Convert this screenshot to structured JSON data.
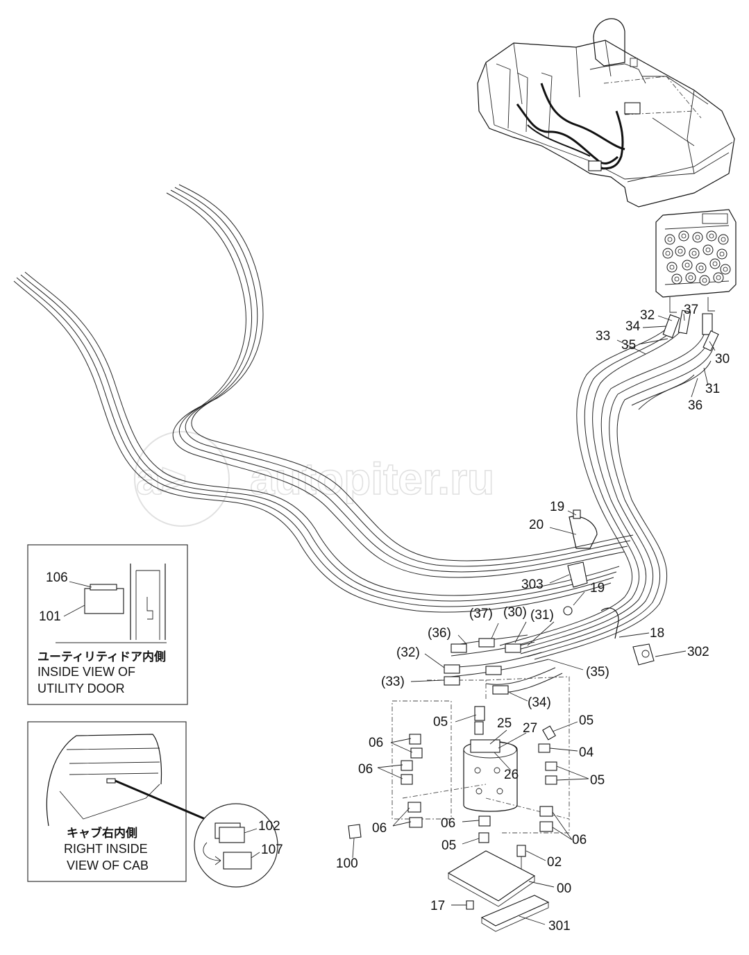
{
  "watermark": {
    "text": "autopiter.ru",
    "logo": "a-arrow-logo"
  },
  "insets": {
    "utility_door": {
      "caption_jp": "ユーティリティドア内側",
      "caption_en_1": "INSIDE VIEW OF",
      "caption_en_2": "UTILITY DOOR",
      "labels": [
        "106",
        "101"
      ]
    },
    "cab": {
      "caption_jp": "キャブ右内側",
      "caption_en_1": "RIGHT INSIDE",
      "caption_en_2": "VIEW OF CAB",
      "labels": [
        "102",
        "107"
      ]
    }
  },
  "callouts": [
    {
      "id": "c32",
      "text": "32"
    },
    {
      "id": "c34",
      "text": "34"
    },
    {
      "id": "c37",
      "text": "37"
    },
    {
      "id": "c33",
      "text": "33"
    },
    {
      "id": "c35",
      "text": "35"
    },
    {
      "id": "c30",
      "text": "30"
    },
    {
      "id": "c31",
      "text": "31"
    },
    {
      "id": "c36",
      "text": "36"
    },
    {
      "id": "c19a",
      "text": "19"
    },
    {
      "id": "c20",
      "text": "20"
    },
    {
      "id": "c303",
      "text": "303"
    },
    {
      "id": "c19b",
      "text": "19"
    },
    {
      "id": "p37",
      "text": "(37)"
    },
    {
      "id": "p30",
      "text": "(30)"
    },
    {
      "id": "p31",
      "text": "(31)"
    },
    {
      "id": "p36",
      "text": "(36)"
    },
    {
      "id": "c18",
      "text": "18"
    },
    {
      "id": "c302",
      "text": "302"
    },
    {
      "id": "p32",
      "text": "(32)"
    },
    {
      "id": "p35",
      "text": "(35)"
    },
    {
      "id": "p33",
      "text": "(33)"
    },
    {
      "id": "p34",
      "text": "(34)"
    },
    {
      "id": "c05a",
      "text": "05"
    },
    {
      "id": "c25",
      "text": "25"
    },
    {
      "id": "c27",
      "text": "27"
    },
    {
      "id": "c05b",
      "text": "05"
    },
    {
      "id": "c06a",
      "text": "06"
    },
    {
      "id": "c04",
      "text": "04"
    },
    {
      "id": "c06b",
      "text": "06"
    },
    {
      "id": "c26",
      "text": "26"
    },
    {
      "id": "c05c",
      "text": "05"
    },
    {
      "id": "c06c",
      "text": "06"
    },
    {
      "id": "c06d",
      "text": "06"
    },
    {
      "id": "c06e",
      "text": "06"
    },
    {
      "id": "c05d",
      "text": "05"
    },
    {
      "id": "c02",
      "text": "02"
    },
    {
      "id": "c100",
      "text": "100"
    },
    {
      "id": "c00",
      "text": "00"
    },
    {
      "id": "c17",
      "text": "17"
    },
    {
      "id": "c301",
      "text": "301"
    }
  ]
}
